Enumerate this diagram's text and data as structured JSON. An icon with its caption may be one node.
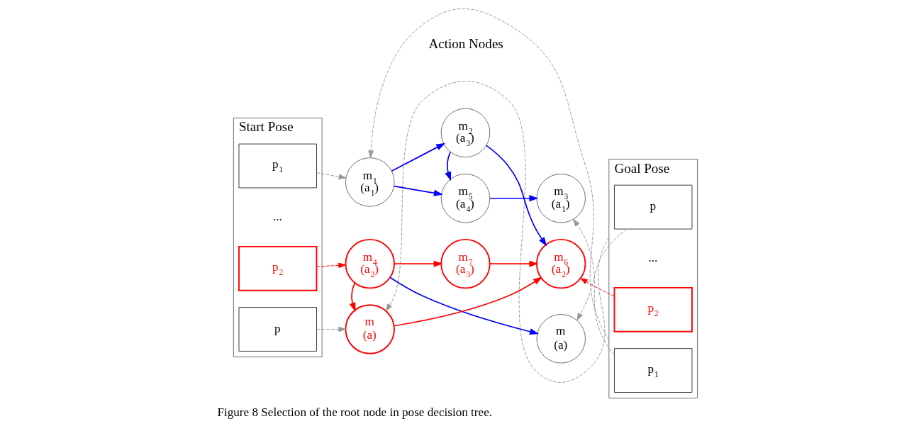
{
  "diagram": {
    "caption": "Figure 8 Selection of the root node in pose decision tree.",
    "nodes": [
      {
        "text": [
          "Start Pose"
        ]
      },
      {
        "text": [
          "p$_{1}$"
        ],
        "in": 0
      },
      {
        "text": [
          "p$_{2}$"
        ],
        "in": 0
      },
      {
        "text": [
          "p"
        ],
        "in": 0
      },
      {
        "text": [
          "Goal Pose"
        ]
      },
      {
        "text": [
          "p$_{1}$"
        ],
        "in": 4
      },
      {
        "text": [
          "p$_{2}$"
        ],
        "in": 4
      },
      {
        "text": [
          "p"
        ],
        "in": 4
      },
      {
        "text": [
          "m$_{1}$",
          "(a$_{1}$)"
        ]
      },
      {
        "text": [
          "m$_{2}$",
          "(a$_{3}$)"
        ]
      },
      {
        "text": [
          "m$_{3}$",
          "(a$_{1}$)"
        ]
      },
      {
        "text": [
          "m$_{4}$",
          "(a$_{2}$)"
        ]
      },
      {
        "text": [
          "m$_{5}$",
          "(a$_{4}$)"
        ]
      },
      {
        "text": [
          "m$_{6}$",
          "(a$_{2}$)"
        ]
      },
      {
        "text": [
          "m$_{7}$",
          "(a$_{3}$)"
        ]
      },
      {
        "text": [
          "m",
          "(a)"
        ]
      },
      {
        "text": [
          "m",
          "(a)"
        ]
      }
    ],
    "edges": [
      {
        "from": 1,
        "to": 8,
        "arrow": "to",
        "style": "dashed",
        "color": "#999999"
      },
      {
        "from": 2,
        "to": 11,
        "arrow": "to",
        "style": "dashed",
        "color": "#ff0000"
      },
      {
        "from": 3,
        "to": 15,
        "arrow": "to",
        "style": "dashed",
        "color": "#999999"
      },
      {
        "from": 8,
        "to": 9,
        "arrow": "to",
        "color": "#0000ff"
      },
      {
        "from": 8,
        "to": 12,
        "arrow": "to",
        "color": "#0000ff"
      },
      {
        "from": 9,
        "to": 12,
        "arrow": "to",
        "color": "#0000ff"
      },
      {
        "from": 9,
        "to": 13,
        "arrow": "to",
        "color": "#0000ff"
      },
      {
        "from": 12,
        "to": 10,
        "arrow": "to",
        "color": "#0000ff"
      },
      {
        "from": 11,
        "to": 14,
        "arrow": "to",
        "color": "#ff0000"
      },
      {
        "from": 11,
        "to": 15,
        "arrow": "to",
        "color": "#ff0000"
      },
      {
        "from": 11,
        "to": 16,
        "arrow": "to",
        "color": "#0000ff"
      },
      {
        "from": 14,
        "to": 13,
        "arrow": "to",
        "color": "#ff0000"
      },
      {
        "from": 15,
        "to": 13,
        "arrow": "to",
        "color": "#ff0000"
      },
      {
        "from": 5,
        "to": 10,
        "arrow": "to",
        "style": "dashed",
        "color": "#999999"
      },
      {
        "from": 6,
        "to": 13,
        "arrow": "to",
        "style": "dashed",
        "color": "#ff0000"
      },
      {
        "from": 7,
        "to": 16,
        "arrow": "to",
        "style": "dashed",
        "color": "#999999"
      },
      {
        "from": 4,
        "to": 8,
        "arrow": "to",
        "style": "dashed",
        "color": "#999999"
      },
      {
        "from": 4,
        "to": 15,
        "arrow": "to",
        "style": "dashed",
        "color": "#999999"
      }
    ],
    "labels": [
      "Action Nodes",
      "...",
      "..."
    ]
  }
}
